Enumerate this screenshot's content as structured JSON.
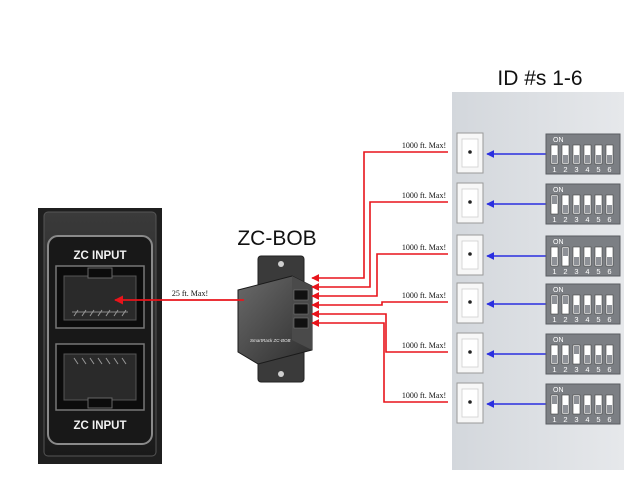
{
  "ids_title": "ID #s 1-6",
  "zc_bob": {
    "label": "ZC-BOB",
    "device_text": "SmartRack ZC-BOB"
  },
  "panel": {
    "top_label": "ZC INPUT",
    "bottom_label": "ZC INPUT"
  },
  "input_run_label": "25 ft. Max!",
  "keypads": [
    {
      "run_label": "1000 ft. Max!",
      "dip_on_label": "ON",
      "dip_numbers": [
        "1",
        "2",
        "3",
        "4",
        "5",
        "6"
      ]
    },
    {
      "run_label": "1000 ft. Max!",
      "dip_on_label": "ON",
      "dip_numbers": [
        "1",
        "2",
        "3",
        "4",
        "5",
        "6"
      ]
    },
    {
      "run_label": "1000 ft. Max!",
      "dip_on_label": "ON",
      "dip_numbers": [
        "1",
        "2",
        "3",
        "4",
        "5",
        "6"
      ]
    },
    {
      "run_label": "1000 ft. Max!",
      "dip_on_label": "ON",
      "dip_numbers": [
        "1",
        "2",
        "3",
        "4",
        "5",
        "6"
      ]
    },
    {
      "run_label": "1000 ft. Max!",
      "dip_on_label": "ON",
      "dip_numbers": [
        "1",
        "2",
        "3",
        "4",
        "5",
        "6"
      ]
    },
    {
      "run_label": "1000 ft. Max!",
      "dip_on_label": "ON",
      "dip_numbers": [
        "1",
        "2",
        "3",
        "4",
        "5",
        "6"
      ]
    }
  ],
  "colors": {
    "red_wire": "#e8141b",
    "blue_wire": "#2a2ee0",
    "wall": "#dcdfe3",
    "device_dark": "#2a2a2a",
    "dip_body": "#7c7f84"
  }
}
